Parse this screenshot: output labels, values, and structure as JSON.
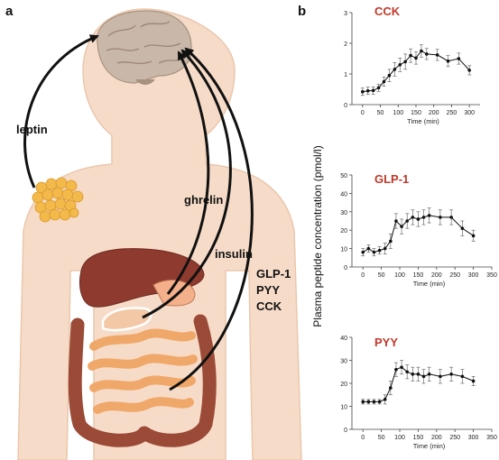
{
  "panels": {
    "a": "a",
    "b": "b"
  },
  "hormones": {
    "leptin": "leptin",
    "ghrelin": "ghrelin",
    "insulin": "insulin",
    "glp1": "GLP-1",
    "pyy": "PYY",
    "cck": "CCK"
  },
  "shared_ylabel": "Plasma peptide concentration (pmol/l)",
  "colors": {
    "body": "#f6dcc8",
    "body_outline": "#eac7ac",
    "brain": "#c9b7a9",
    "fat": "#f3b94a",
    "liver": "#8e3a2e",
    "intestine": "#f0a86a",
    "colon": "#9a4a36",
    "arrow": "#111111",
    "hormone_title": "#c0392b",
    "series": "#111111",
    "marker_highlight": "#d35400"
  },
  "chart_data": [
    {
      "type": "line",
      "title": "CCK",
      "xlabel": "Time (min)",
      "ylabel": "",
      "x": [
        0,
        15,
        30,
        45,
        60,
        75,
        90,
        105,
        120,
        135,
        150,
        165,
        180,
        210,
        240,
        270,
        300
      ],
      "y": [
        0.42,
        0.45,
        0.46,
        0.55,
        0.75,
        0.95,
        1.15,
        1.3,
        1.4,
        1.6,
        1.52,
        1.75,
        1.65,
        1.62,
        1.42,
        1.5,
        1.12
      ],
      "err": [
        0.12,
        0.12,
        0.12,
        0.12,
        0.15,
        0.2,
        0.22,
        0.22,
        0.25,
        0.22,
        0.2,
        0.2,
        0.18,
        0.18,
        0.18,
        0.18,
        0.15
      ],
      "xlim": [
        -30,
        330
      ],
      "ylim": [
        0,
        3
      ],
      "xticks": [
        0,
        50,
        100,
        150,
        200,
        250,
        300
      ],
      "yticks": [
        0,
        1,
        2,
        3
      ],
      "grid": false
    },
    {
      "type": "line",
      "title": "GLP-1",
      "xlabel": "Time (min)",
      "ylabel": "",
      "x": [
        0,
        15,
        30,
        45,
        60,
        75,
        90,
        105,
        120,
        135,
        150,
        165,
        180,
        210,
        240,
        270,
        300
      ],
      "y": [
        8,
        10,
        8,
        9,
        10,
        14,
        25,
        22,
        25,
        27,
        26,
        27,
        28,
        27,
        27,
        21,
        17
      ],
      "err": [
        2,
        2,
        2,
        2,
        3,
        4,
        4,
        4,
        4,
        4,
        4,
        4,
        4,
        4,
        4,
        4,
        3
      ],
      "xlim": [
        -30,
        350
      ],
      "ylim": [
        0,
        50
      ],
      "xticks": [
        0,
        50,
        100,
        150,
        200,
        250,
        300,
        350
      ],
      "yticks": [
        0,
        10,
        20,
        30,
        40,
        50
      ],
      "grid": false
    },
    {
      "type": "line",
      "title": "PYY",
      "xlabel": "Time (min)",
      "ylabel": "",
      "x": [
        0,
        15,
        30,
        45,
        60,
        75,
        90,
        105,
        120,
        135,
        150,
        165,
        180,
        210,
        240,
        270,
        300
      ],
      "y": [
        12,
        12,
        12,
        12,
        13,
        18,
        26,
        27,
        25,
        24,
        24,
        23,
        24,
        23,
        24,
        23,
        21
      ],
      "err": [
        1,
        1,
        1,
        1,
        2,
        3,
        3,
        3,
        3,
        3,
        3,
        3,
        3,
        3,
        3,
        3,
        2
      ],
      "xlim": [
        -30,
        350
      ],
      "ylim": [
        0,
        40
      ],
      "xticks": [
        0,
        50,
        100,
        150,
        200,
        250,
        300,
        350
      ],
      "yticks": [
        0,
        10,
        20,
        30,
        40
      ],
      "grid": false
    }
  ]
}
